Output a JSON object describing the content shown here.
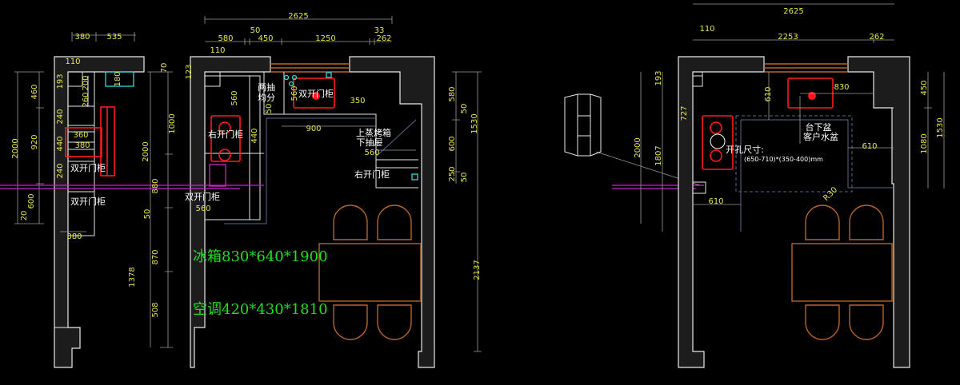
{
  "left_elevation": {
    "dims": [
      "380",
      "535",
      "110",
      "193",
      "200",
      "180",
      "260",
      "240",
      "440",
      "240",
      "460",
      "920",
      "2000",
      "600",
      "20",
      "360",
      "380",
      "380"
    ],
    "labels": [
      "双开门柜",
      "双开门柜"
    ]
  },
  "middle_plan": {
    "dims": [
      "2625",
      "580",
      "50",
      "450",
      "1250",
      "33",
      "262",
      "110",
      "70",
      "123",
      "1000",
      "2000",
      "880",
      "50",
      "870",
      "1378",
      "508",
      "560",
      "50",
      "560",
      "440",
      "900",
      "350",
      "560",
      "560",
      "580",
      "50",
      "600",
      "1530",
      "250",
      "50",
      "2137"
    ],
    "labels": [
      "两抽",
      "均分",
      "双开门柜",
      "右开门柜",
      "上蒸烤箱",
      "下抽屉",
      "右开门柜",
      "双开门柜"
    ]
  },
  "right_plan": {
    "dims": [
      "2625",
      "110",
      "2253",
      "262",
      "193",
      "727",
      "2000",
      "1807",
      "610",
      "450",
      "1530",
      "1080",
      "830",
      "610",
      "610",
      "R30"
    ],
    "labels": [
      "台下盆",
      "客户水盆",
      "开孔尺寸:",
      "(650-710)*(350-400)mm"
    ]
  },
  "annotations": {
    "fridge": "冰箱830*640*1900",
    "air_conditioner": "空调420*430*1810"
  },
  "colors": {
    "background": "#000000",
    "dimension": "#e6e64a",
    "annotation": "#22dd22",
    "appliance": "#ff1a1a",
    "furniture": "#b5652a",
    "pipe": "#cc22cc"
  }
}
